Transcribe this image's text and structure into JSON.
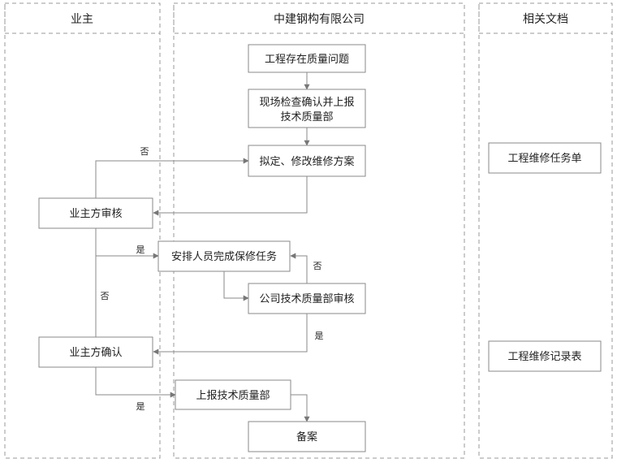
{
  "lanes": {
    "owner": "业主",
    "company": "中建钢构有限公司",
    "docs": "相关文档"
  },
  "nodes": {
    "quality_issue": "工程存在质量问题",
    "inspect_line1": "现场检查确认并上报",
    "inspect_line2": "技术质量部",
    "draft_plan": "拟定、修改维修方案",
    "owner_review": "业主方审核",
    "arrange_repair": "安排人员完成保修任务",
    "tech_review": "公司技术质量部审核",
    "owner_confirm": "业主方确认",
    "report_tech": "上报技术质量部",
    "archive": "备案",
    "doc_task_sheet": "工程维修任务单",
    "doc_record_sheet": "工程维修记录表"
  },
  "labels": {
    "no_review_to_draft": "否",
    "yes_review_to_arrange": "是",
    "no_tech_to_arrange": "否",
    "no_confirm": "否",
    "yes_tech_to_confirm": "是",
    "yes_confirm_to_report": "是"
  },
  "colors": {
    "stroke": "#8a8a8a",
    "lane_border": "#9a9a9a",
    "text": "#222222"
  }
}
